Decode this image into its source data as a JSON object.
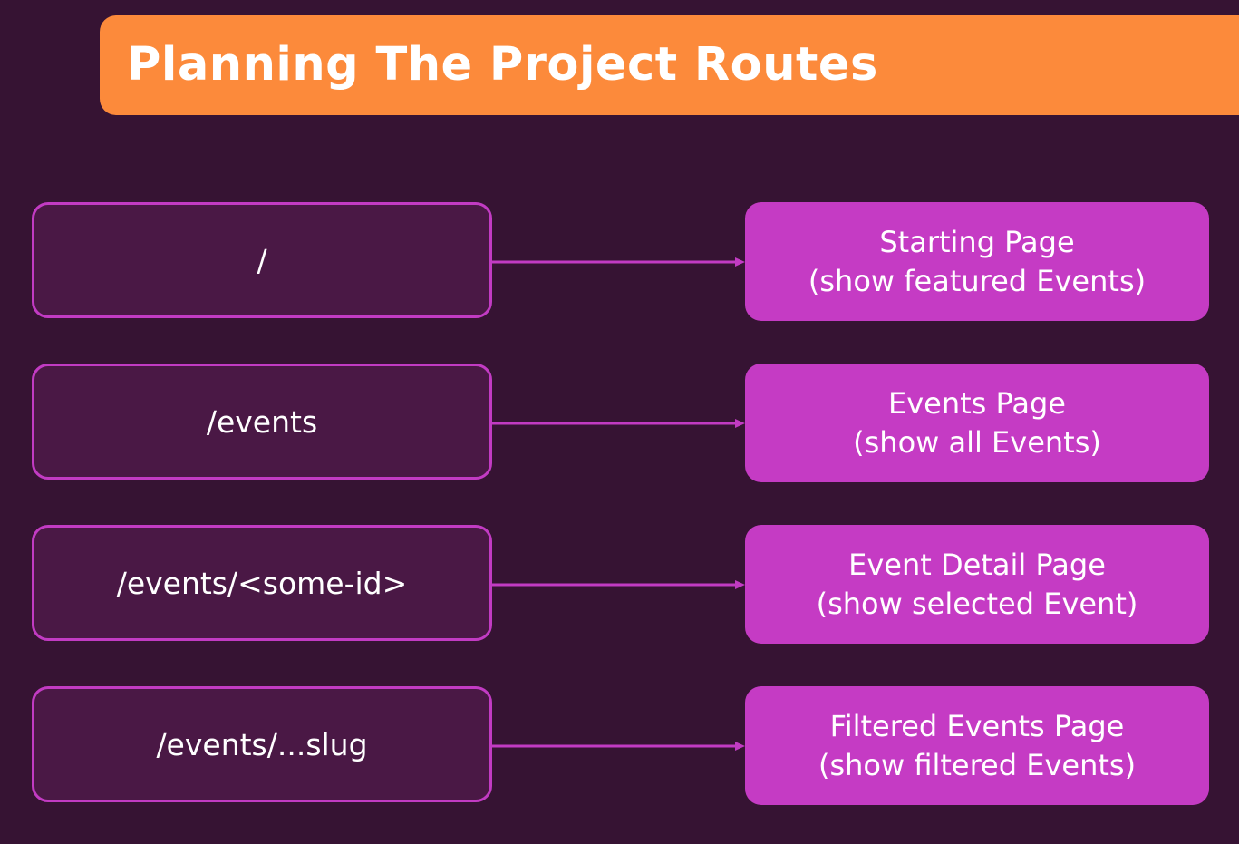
{
  "title": "Planning The Project Routes",
  "colors": {
    "background": "#361333",
    "banner": "#fc8a3b",
    "route_border": "#c23bc3",
    "route_fill": "#4a1845",
    "page_fill": "#c53bc4",
    "text": "#ffffff"
  },
  "routes": [
    {
      "path": "/",
      "page_name": "Starting Page",
      "page_detail": "(show featured Events)"
    },
    {
      "path": "/events",
      "page_name": "Events Page",
      "page_detail": "(show all Events)"
    },
    {
      "path": "/events/<some-id>",
      "page_name": "Event Detail Page",
      "page_detail": "(show selected Event)"
    },
    {
      "path": "/events/...slug",
      "page_name": "Filtered Events Page",
      "page_detail": "(show filtered Events)"
    }
  ]
}
